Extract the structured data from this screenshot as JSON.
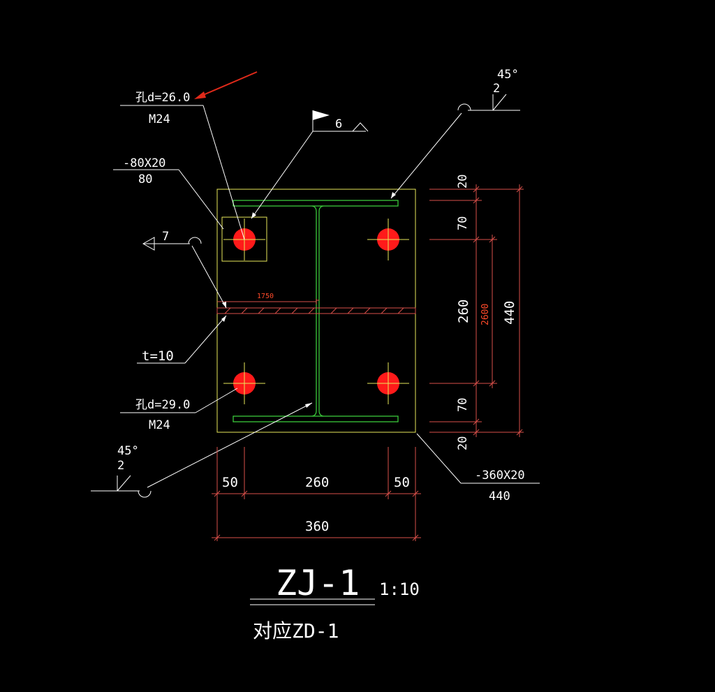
{
  "colors": {
    "background": "#000000",
    "plate": "#e8e85a",
    "section": "#3ac83a",
    "dimension": "#d9504a",
    "bolt": "#ff1a1a",
    "leader": "#ffffff",
    "arrow": "#e02a1a"
  },
  "labels": {
    "hole_top": "孔d=26.0",
    "bolt_top": "M24",
    "pad_size": "-80X20",
    "pad_len": "80",
    "weld_flag": "6",
    "weld_left": "7",
    "weld_top_angle": "45°",
    "weld_top_size": "2",
    "stiffener_dim": "1750",
    "stiffener_t": "t=10",
    "hole_bottom": "孔d=29.0",
    "bolt_bottom": "M24",
    "weld_bottom_angle": "45°",
    "weld_bottom_size": "2",
    "plate_size": "-360X20",
    "plate_len": "440"
  },
  "dims_right": {
    "d20_top": "20",
    "d70_top": "70",
    "d260": "260",
    "d70_bottom": "70",
    "d20_bottom": "20",
    "inner": "2600",
    "overall": "440"
  },
  "dims_bottom": {
    "d50_left": "50",
    "d260": "260",
    "d50_right": "50",
    "overall": "360"
  },
  "title": {
    "name": "ZJ-1",
    "scale": "1:10",
    "subtitle": "对应ZD-1"
  }
}
